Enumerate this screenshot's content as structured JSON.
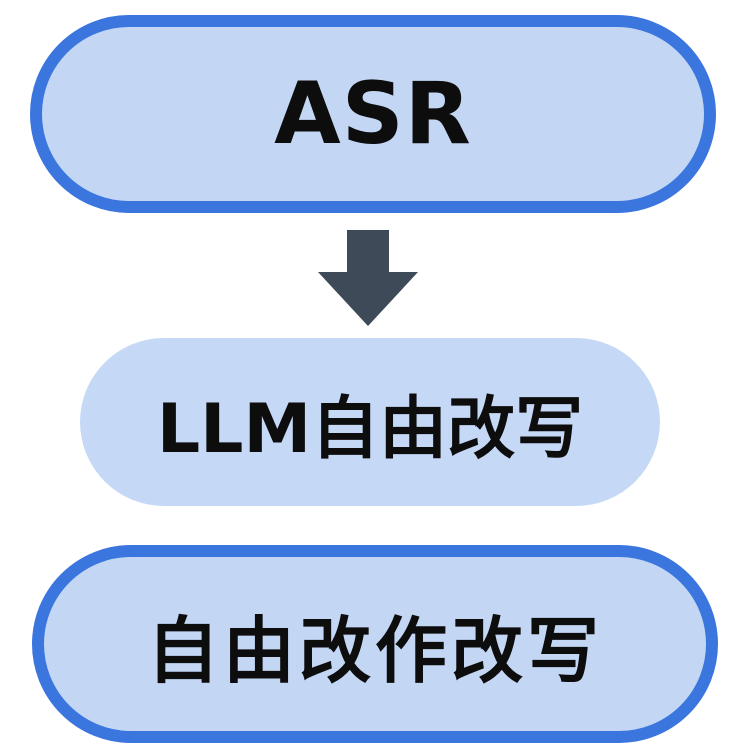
{
  "diagram": {
    "nodes": [
      {
        "id": "asr",
        "label": "ASR",
        "style": "outlined"
      },
      {
        "id": "llm",
        "label": "LLM自由改写",
        "style": "filled"
      },
      {
        "id": "free",
        "label": "自由改作改写",
        "style": "outlined"
      }
    ],
    "edges": [
      {
        "from": "asr",
        "to": "llm",
        "style": "down-arrow"
      }
    ]
  },
  "colors": {
    "node_fill": "#c3d7f5",
    "node_border": "#3b75de",
    "arrow": "#3e4a57",
    "text": "#0d0d0d"
  }
}
